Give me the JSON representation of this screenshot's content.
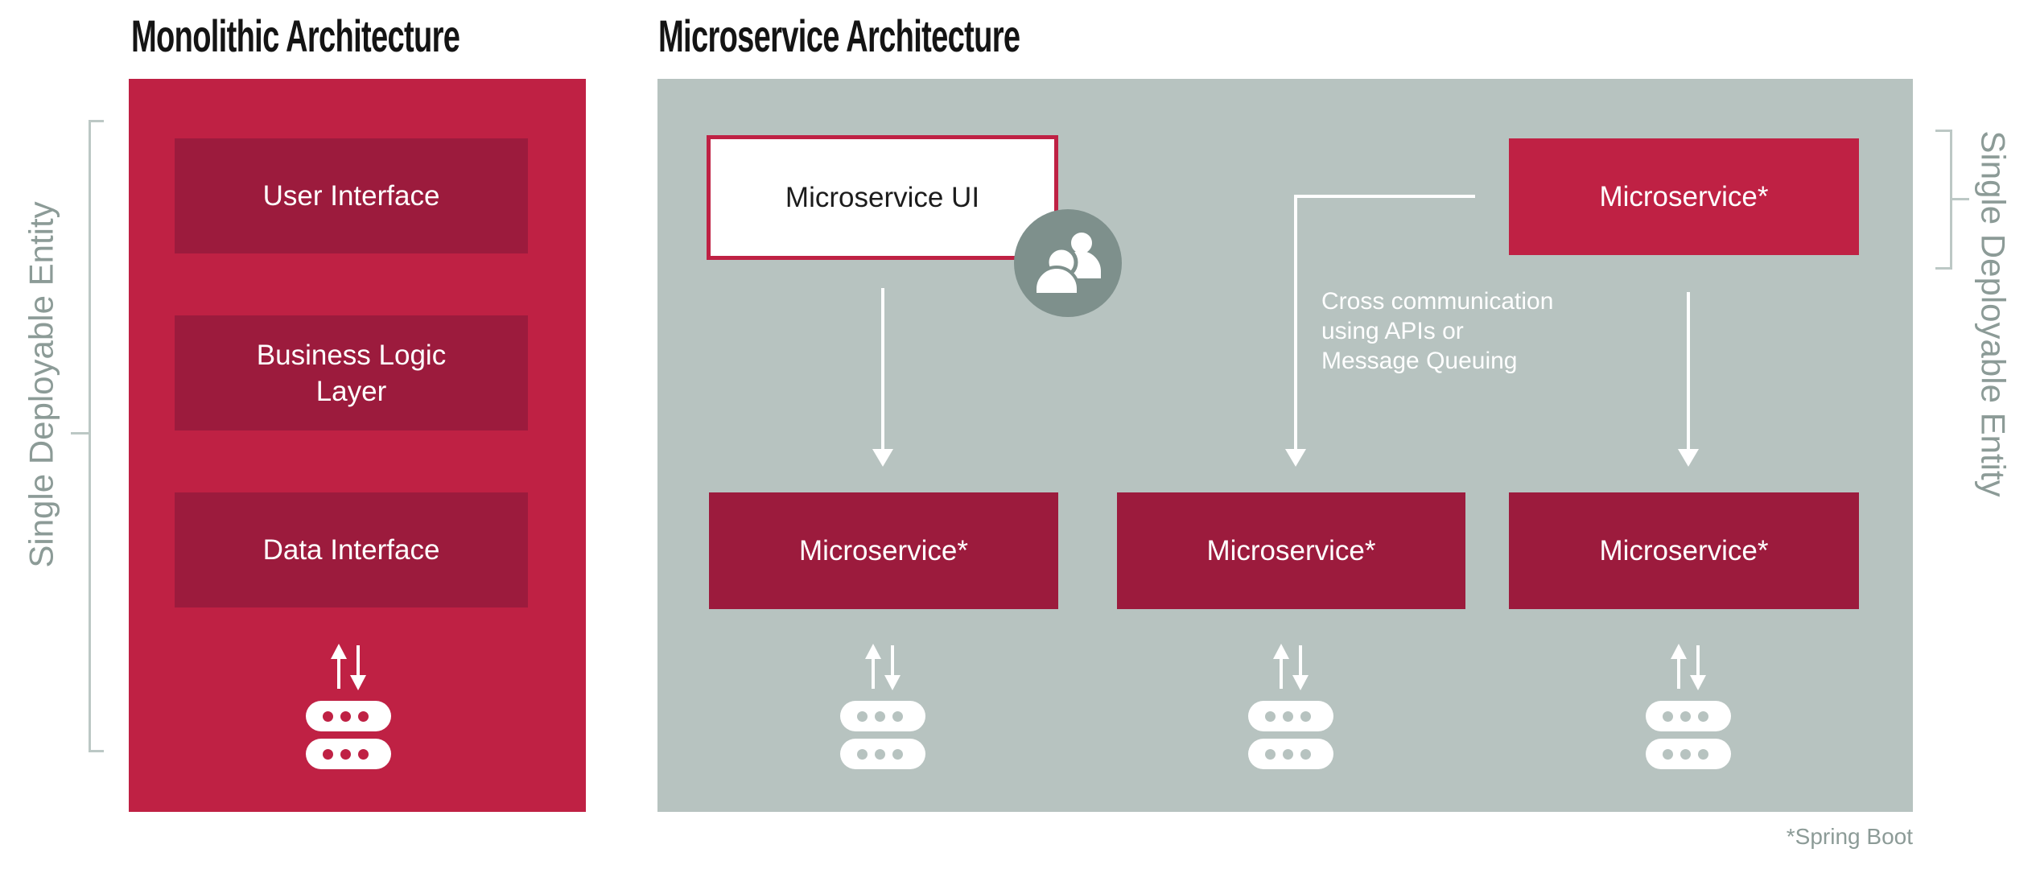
{
  "palette": {
    "bright_crimson": "#bf2144",
    "dark_crimson": "#9c1b3d",
    "panel_gray": "#b7c3c0",
    "circle_gray": "#7e908c",
    "bracket_gray": "#bcc8c5",
    "side_text_gray": "#8c9b97",
    "heading_black": "#141414",
    "arrow_white": "#ffffff"
  },
  "monolithic": {
    "title": "Monolithic Architecture",
    "side_label": "Single Deployable Entity",
    "layers": [
      "User Interface",
      "Business Logic Layer",
      "Data Interface"
    ]
  },
  "microservice": {
    "title": "Microservice Architecture",
    "ui_box_label": "Microservice UI",
    "top_service_label": "Microservice*",
    "bottom_service_labels": [
      "Microservice*",
      "Microservice*",
      "Microservice*"
    ],
    "cross_note_lines": [
      "Cross communication",
      "using APIs or",
      "Message Queuing"
    ],
    "side_label": "Single Deployable Entity",
    "footnote": "*Spring Boot"
  },
  "icons": {
    "users": "users-icon",
    "database": "database-stack-icon",
    "transfer": "up-down-arrows-icon"
  }
}
